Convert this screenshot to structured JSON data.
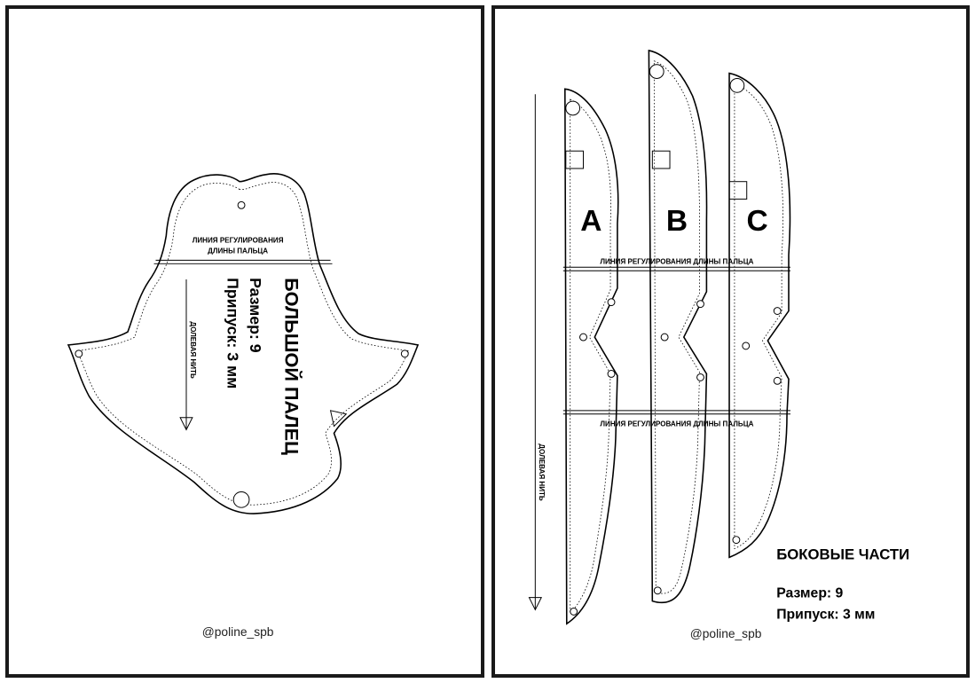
{
  "left_page": {
    "length_line_label_line1": "ЛИНИЯ РЕГУЛИРОВАНИЯ",
    "length_line_label_line2": "ДЛИНЫ ПАЛЬЦА",
    "grain_label": "ДОЛЕВАЯ НИТЬ",
    "title": "БОЛЬШОЙ ПАЛЕЦ",
    "size": "Размер: 9",
    "allowance": "Припуск: 3 мм",
    "handle": "@poline_spb"
  },
  "right_page": {
    "piece_letters": [
      "A",
      "B",
      "C"
    ],
    "length_line_label": "ЛИНИЯ РЕГУЛИРОВАНИЯ ДЛИНЫ ПАЛЬЦА",
    "grain_label": "ДОЛЕВАЯ НИТЬ",
    "title": "БОКОВЫЕ ЧАСТИ",
    "size": "Размер: 9",
    "allowance": "Припуск: 3 мм",
    "handle": "@poline_spb"
  }
}
